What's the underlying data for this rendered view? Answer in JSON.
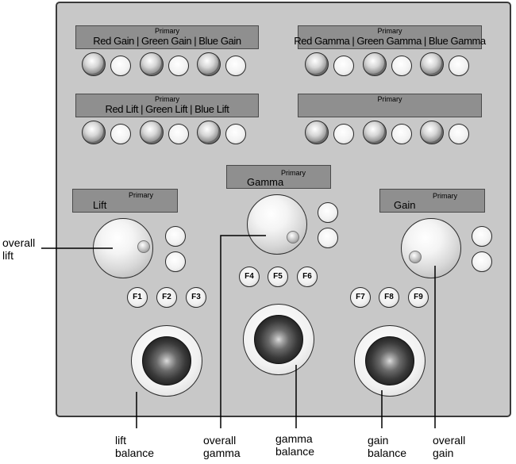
{
  "panel": {
    "top_left_display": {
      "primary": "Primary",
      "labels": [
        "Red Gain",
        "Green Gain",
        "Blue Gain"
      ]
    },
    "top_right_display": {
      "primary": "Primary",
      "labels": [
        "Red Gamma",
        "Green Gamma",
        "Blue Gamma"
      ]
    },
    "mid_left_display": {
      "primary": "Primary",
      "labels": [
        "Red Lift",
        "Green Lift",
        "Blue Lift"
      ]
    },
    "mid_right_display": {
      "primary": "Primary"
    },
    "lift_display": {
      "primary": "Primary",
      "name": "Lift"
    },
    "gamma_display": {
      "primary": "Primary",
      "name": "Gamma"
    },
    "gain_display": {
      "primary": "Primary",
      "name": "Gain"
    },
    "function_keys": {
      "left": [
        "F1",
        "F2",
        "F3"
      ],
      "center": [
        "F4",
        "F5",
        "F6"
      ],
      "right": [
        "F7",
        "F8",
        "F9"
      ]
    }
  },
  "callouts": {
    "overall_lift": "overall\nlift",
    "lift_balance": "lift\nbalance",
    "overall_gamma": "overall\ngamma",
    "gamma_balance": "gamma\nbalance",
    "gain_balance": "gain\nbalance",
    "overall_gain": "overall\ngain"
  },
  "colors": {
    "panel": "#c8c8c8",
    "display": "#8f8f8f",
    "trackball": "#1b1b1b"
  }
}
